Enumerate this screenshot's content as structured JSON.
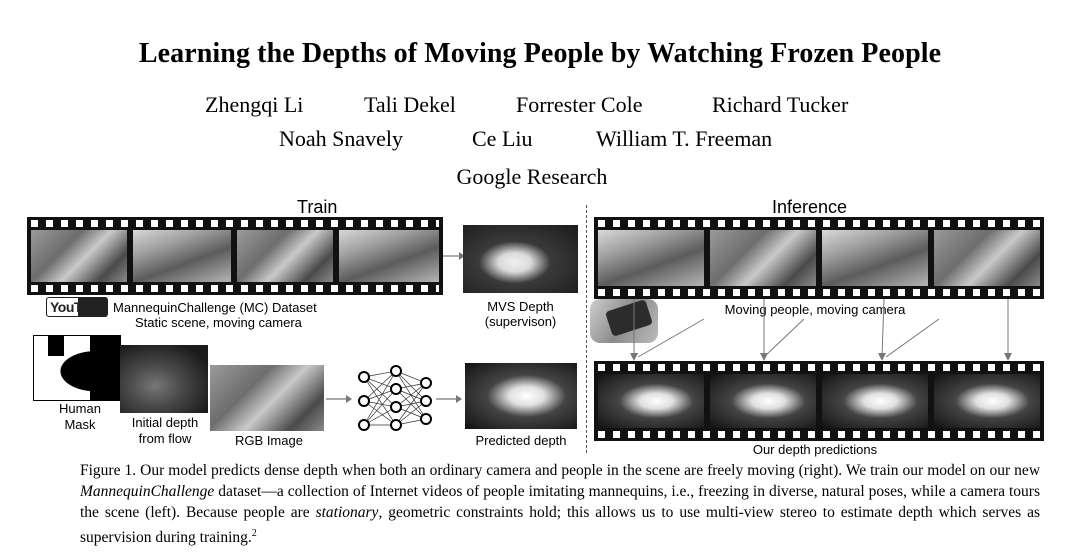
{
  "paper": {
    "title": "Learning the Depths of Moving People by Watching Frozen People",
    "authors_row1": [
      "Zhengqi Li",
      "Tali Dekel",
      "Forrester Cole",
      "Richard Tucker"
    ],
    "authors_row2": [
      "Noah Snavely",
      "Ce Liu",
      "William T. Freeman"
    ],
    "affiliation": "Google Research"
  },
  "figure": {
    "train_heading": "Train",
    "inference_heading": "Inference",
    "youtube_logo": "YouTube",
    "dataset_line1": "MannequinChallenge (MC) Dataset",
    "dataset_line2": "Static scene, moving camera",
    "mvs_line1": "MVS Depth",
    "mvs_line2": "(supervison)",
    "human_mask_1": "Human",
    "human_mask_2": "Mask",
    "initial_depth_1": "Initial depth",
    "initial_depth_2": "from flow",
    "rgb_image": "RGB Image",
    "predicted_depth": "Predicted depth",
    "moving_people": "Moving people, moving camera",
    "our_predictions": "Our depth predictions"
  },
  "caption": {
    "label": "Figure 1.",
    "text_a": " Our model predicts dense depth when both an ordinary camera and people in the scene are freely moving (right). We train our model on our new ",
    "dataset_name": "MannequinChallenge",
    "text_b": " dataset—a collection of Internet videos of people imitating mannequins, i.e., freezing in diverse, natural poses, while a camera tours the scene (left). Because people are ",
    "stationary_word": "stationary",
    "text_c": ", geometric constraints hold; this allows us to use multi-view stereo to estimate depth which serves as supervision during training.",
    "footnote_mark": "2"
  }
}
